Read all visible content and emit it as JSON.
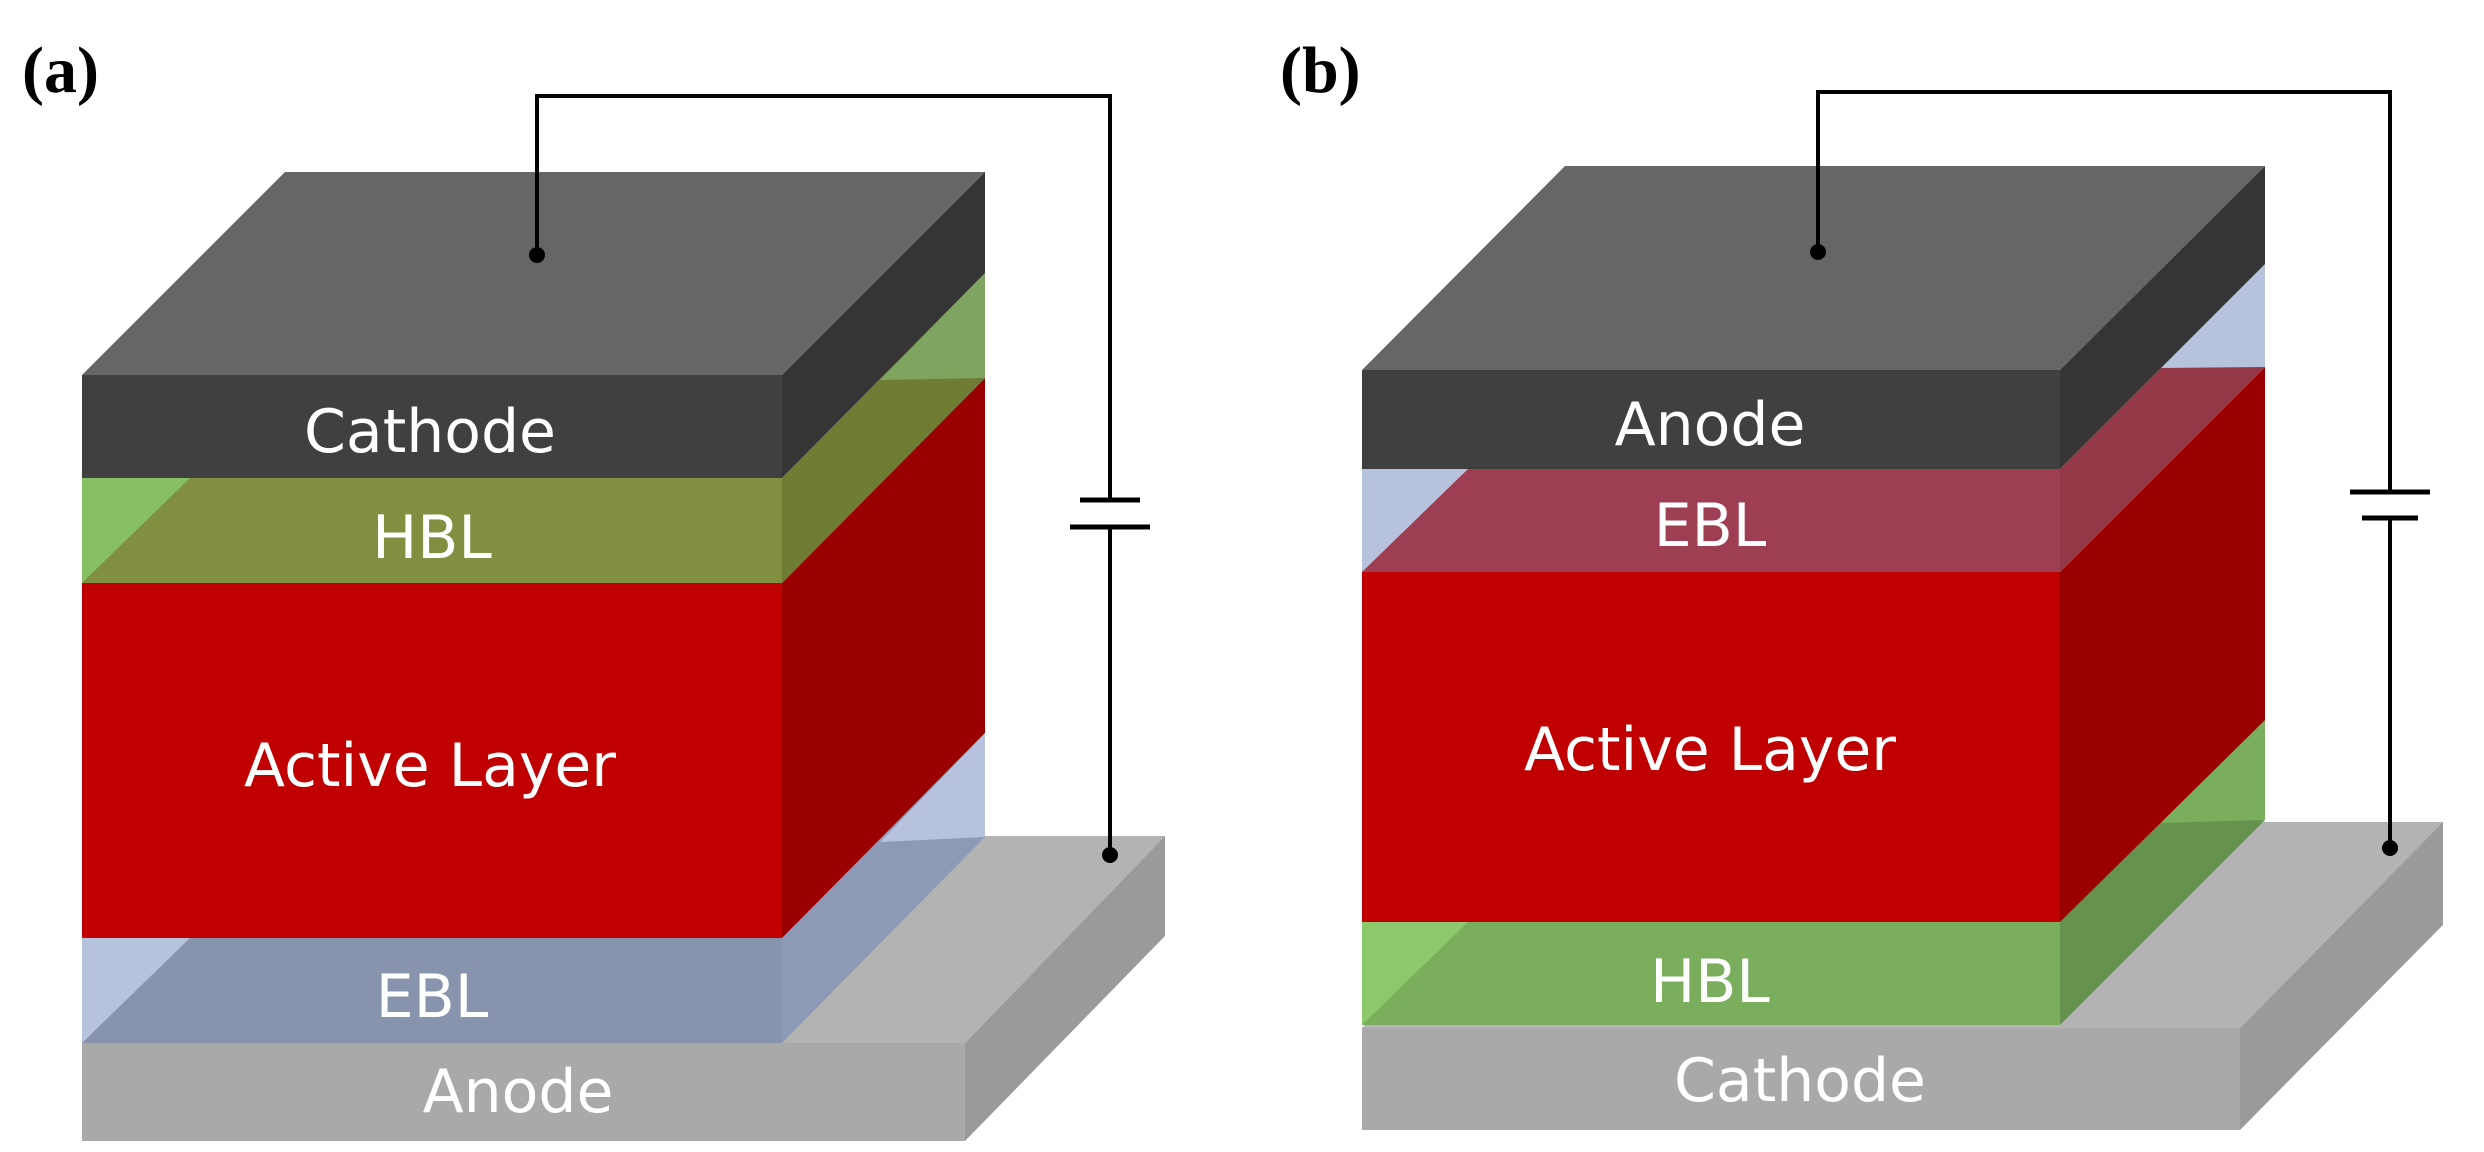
{
  "panels": [
    {
      "label": "(a)",
      "layers": {
        "top_electrode": "Cathode",
        "upper_interlayer": "HBL",
        "active": "Active Layer",
        "lower_interlayer": "EBL",
        "substrate": "Anode"
      }
    },
    {
      "label": "(b)",
      "layers": {
        "top_electrode": "Anode",
        "upper_interlayer": "EBL",
        "active": "Active Layer",
        "lower_interlayer": "HBL",
        "substrate": "Cathode"
      }
    }
  ],
  "colors": {
    "electrode_dark": "#404040",
    "substrate_grey": "#a6a6a6",
    "active_red": "#c00000",
    "hbl_green": "#7aad5c",
    "ebl_blue": "#b8c4dc"
  }
}
